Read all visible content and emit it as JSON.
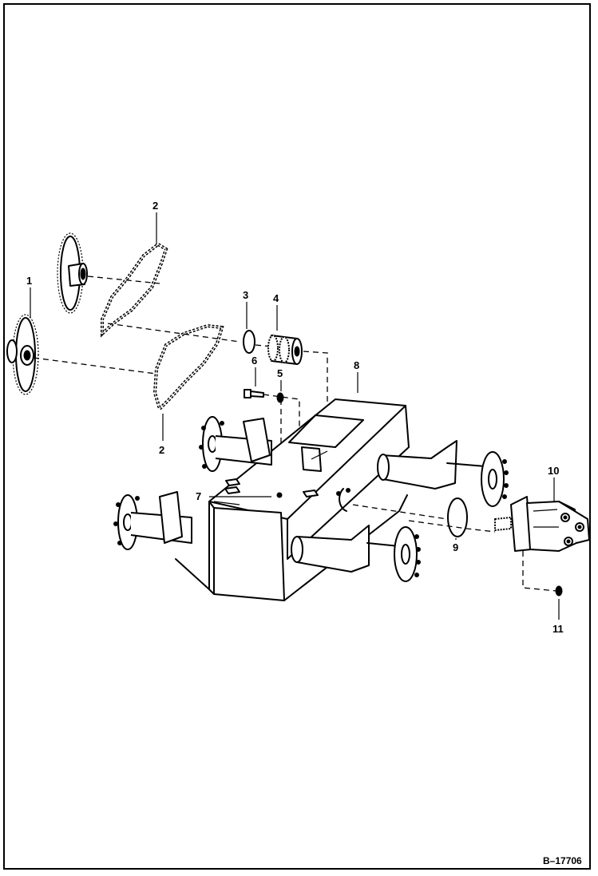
{
  "figure": {
    "number": "B–17706",
    "callouts": [
      {
        "id": "1",
        "text": "1"
      },
      {
        "id": "2a",
        "text": "2"
      },
      {
        "id": "2b",
        "text": "2"
      },
      {
        "id": "3",
        "text": "3"
      },
      {
        "id": "4",
        "text": "4"
      },
      {
        "id": "5",
        "text": "5"
      },
      {
        "id": "6",
        "text": "6"
      },
      {
        "id": "7",
        "text": "7"
      },
      {
        "id": "8",
        "text": "8"
      },
      {
        "id": "9",
        "text": "9"
      },
      {
        "id": "10",
        "text": "10"
      },
      {
        "id": "11",
        "text": "11"
      }
    ]
  }
}
